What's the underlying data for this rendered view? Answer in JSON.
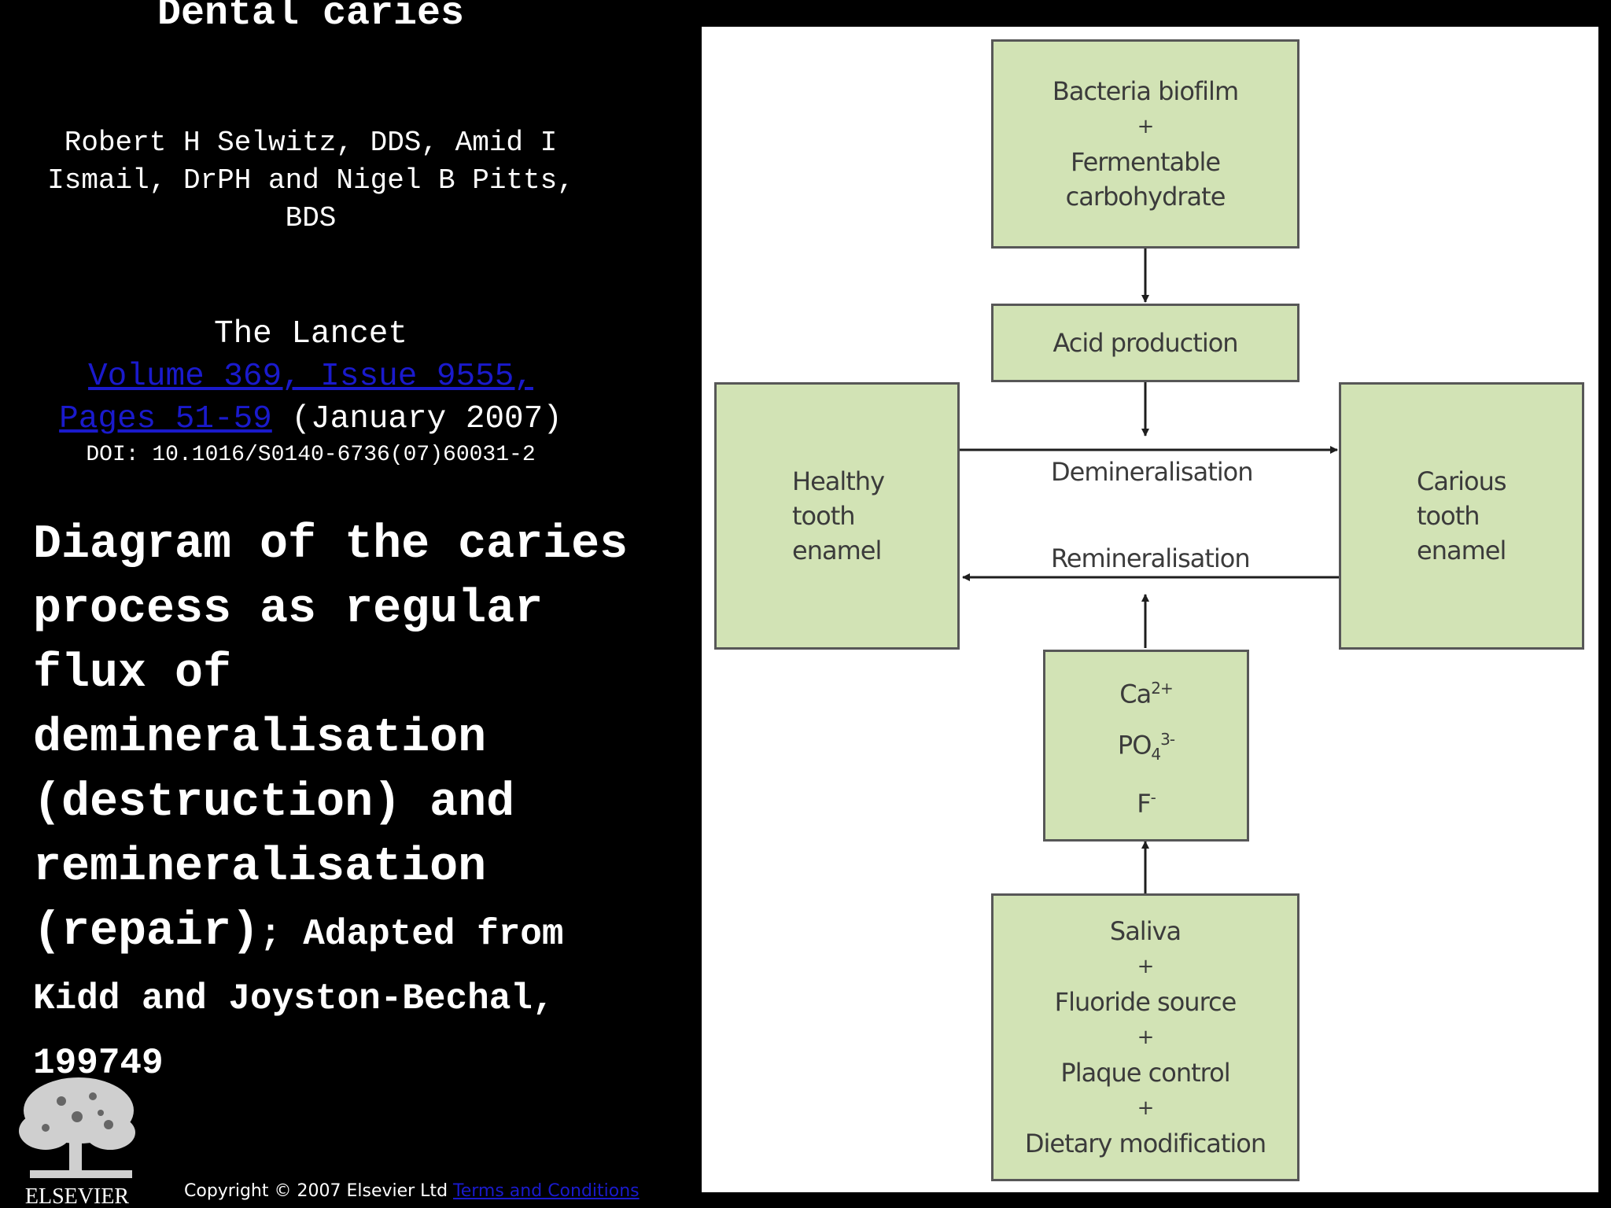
{
  "slide": {
    "title": "Dental caries",
    "authors": "Robert H Selwitz, DDS, Amid I Ismail, DrPH and Nigel B Pitts, BDS",
    "journal": "The Lancet",
    "volume_link": "Volume 369, Issue 9555, Pages 51-59",
    "date": " (January 2007)",
    "doi": "DOI: 10.1016/S0140-6736(07)60031-2",
    "caption_main": "Diagram of the caries process as regular flux of demineralisation (destruction) and remineralisation (repair)",
    "caption_source": "; Adapted from Kidd and Joyston-Bechal, 199749",
    "logo_text": "ELSEVIER",
    "copyright": "Copyright © 2007 Elsevier Ltd ",
    "terms_link": "Terms and Conditions"
  },
  "diagram": {
    "bacteria": "Bacteria biofilm",
    "plus": "+",
    "fermentable": "Fermentable",
    "carbohydrate": "carbohydrate",
    "acid": "Acid production",
    "healthy": [
      "Healthy",
      "tooth",
      "enamel"
    ],
    "carious": [
      "Carious",
      "tooth",
      "enamel"
    ],
    "demin": "Demineralisation",
    "remin": "Remineralisation",
    "ca": "Ca",
    "ca_sup": "2+",
    "po": "PO",
    "po_sub": "4",
    "po_sup": "3-",
    "f": "F",
    "f_sup": "-",
    "saliva": "Saliva",
    "fluoride": "Fluoride source",
    "plaque": "Plaque control",
    "dietary": "Dietary modification"
  },
  "colors": {
    "box_fill": "#d2e3b5",
    "box_border": "#575757",
    "link": "#1a1acc"
  }
}
